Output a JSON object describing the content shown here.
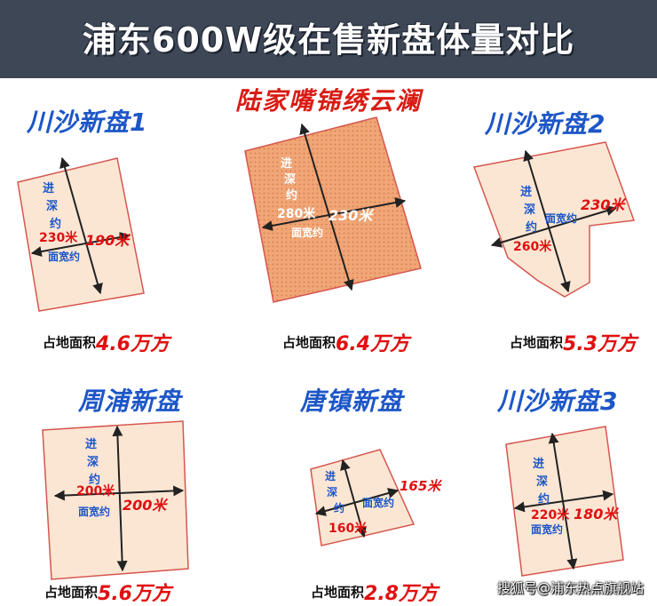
{
  "header": {
    "title": "浦东600W级在售新盘体量对比"
  },
  "featured": {
    "title": "陆家嘴锦绣云澜"
  },
  "lots": [
    {
      "title": "川沙新盘1",
      "depth_label": "进深约",
      "depth_value": "230米",
      "width_label": "面宽约",
      "width_value": "190米",
      "area_prefix": "占地面积",
      "area_value": "4.6万方"
    },
    {
      "depth_label": "进深约",
      "depth_value": "280米",
      "width_label": "面宽约",
      "width_value": "230米",
      "area_prefix": "占地面积",
      "area_value": "6.4万方"
    },
    {
      "title": "川沙新盘2",
      "depth_label": "进深约",
      "depth_value": "260米",
      "width_label": "面宽约",
      "width_value": "230米",
      "area_prefix": "占地面积",
      "area_value": "5.3万方"
    },
    {
      "title": "周浦新盘",
      "depth_label": "进深约",
      "depth_value": "200米",
      "width_label": "面宽约",
      "width_value": "200米",
      "area_prefix": "占地面积",
      "area_value": "5.6万方"
    },
    {
      "title": "唐镇新盘",
      "depth_label": "进深约",
      "depth_value": "160米",
      "width_label": "面宽约",
      "width_value": "165米",
      "area_prefix": "占地面积",
      "area_value": "2.8万方"
    },
    {
      "title": "川沙新盘3",
      "depth_label": "进深约",
      "depth_value": "220米",
      "width_label": "面宽约",
      "width_value": "180米",
      "area_prefix": "",
      "area_value": ""
    }
  ],
  "watermark": "搜狐号@浦东热点旗舰站",
  "colors": {
    "banner": "#3e4756",
    "lot_fill": "#fbe6d4",
    "featured_fill": "#f0a676",
    "outline": "#d6564e",
    "accent_red": "#e01010",
    "accent_blue": "#1d56c7"
  }
}
